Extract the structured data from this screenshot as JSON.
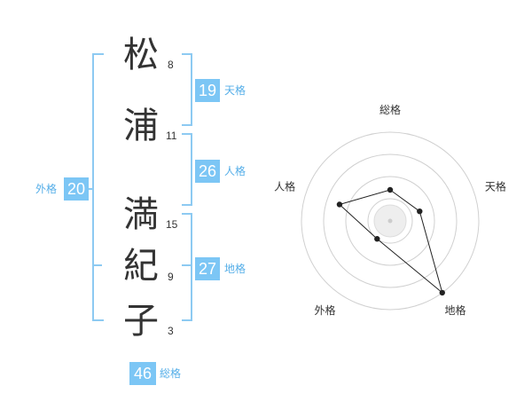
{
  "name": {
    "characters": [
      {
        "char": "松",
        "strokes": "8"
      },
      {
        "char": "浦",
        "strokes": "11"
      },
      {
        "char": "満",
        "strokes": "15"
      },
      {
        "char": "紀",
        "strokes": "9"
      },
      {
        "char": "子",
        "strokes": "3"
      }
    ]
  },
  "fortunes": {
    "tenkaku": {
      "value": "19",
      "label": "天格"
    },
    "jinkaku": {
      "value": "26",
      "label": "人格"
    },
    "chikaku": {
      "value": "27",
      "label": "地格"
    },
    "gaikaku": {
      "value": "20",
      "label": "外格"
    },
    "soukaku": {
      "value": "46",
      "label": "総格"
    }
  },
  "colors": {
    "accent": "#7cc6f5",
    "bracket": "#8dcaf2",
    "text": "#333333"
  },
  "chart_data": {
    "type": "radar",
    "axes": [
      "総格",
      "天格",
      "地格",
      "外格",
      "人格"
    ],
    "values": [
      0.35,
      0.35,
      1.0,
      0.25,
      0.6
    ],
    "range": [
      0,
      1
    ],
    "rings": 4
  }
}
